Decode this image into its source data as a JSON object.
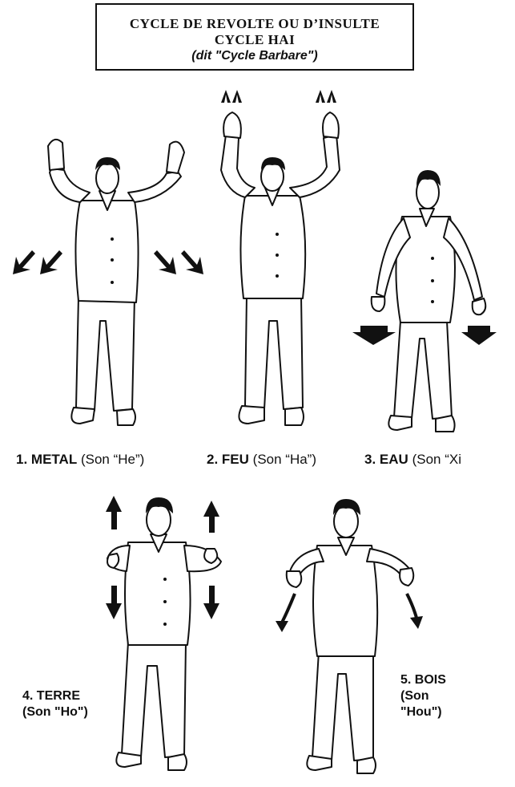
{
  "header": {
    "line1": "CYCLE DE REVOLTE OU D’INSULTE",
    "line2": "CYCLE HAI",
    "line3": "(dit \"Cycle Barbare\")"
  },
  "figures": [
    {
      "number": "1.",
      "element": "METAL",
      "sound": "(Son “He”)"
    },
    {
      "number": "2.",
      "element": "FEU",
      "sound": "(Son “Ha”)"
    },
    {
      "number": "3.",
      "element": "EAU",
      "sound": "(Son “Xi"
    },
    {
      "number": "4.",
      "element": "TERRE",
      "sound": "(Son \"Ho\")"
    },
    {
      "number": "5.",
      "element": "BOIS",
      "sound_line1": "(Son",
      "sound_line2": "\"Hou\")"
    }
  ]
}
